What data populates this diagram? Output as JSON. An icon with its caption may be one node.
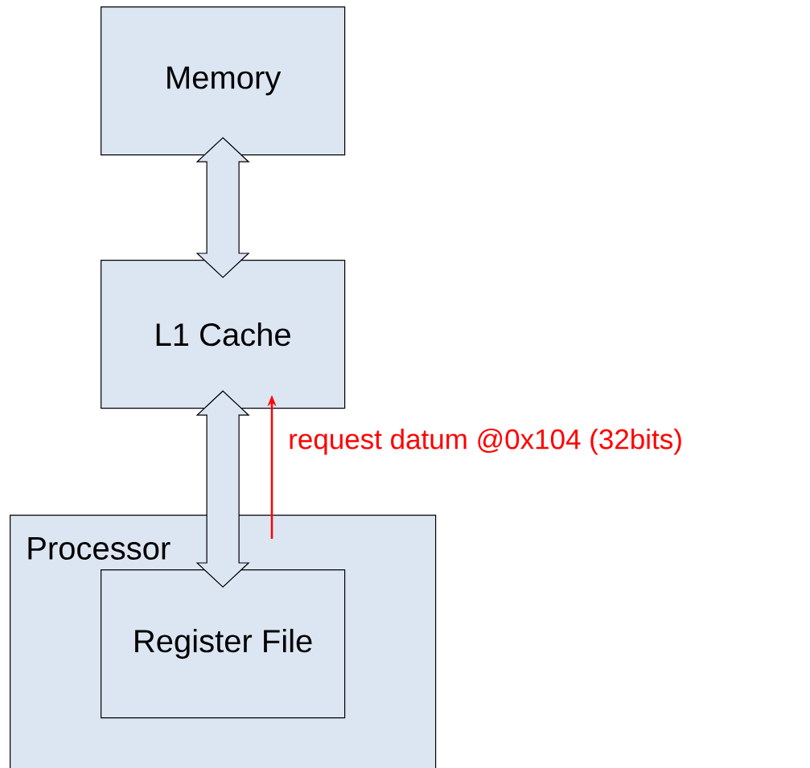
{
  "diagram": {
    "nodes": [
      {
        "text": [
          "Memory"
        ]
      },
      {
        "text": [
          "L1 Cache"
        ]
      },
      {
        "text": [
          "Processor"
        ]
      },
      {
        "text": [
          "Register File"
        ],
        "in": 2
      }
    ],
    "edges": [
      {
        "from": 0,
        "to": 1,
        "arrow": "both"
      },
      {
        "from": 1,
        "to": 3,
        "arrow": "both"
      },
      {
        "from": 2,
        "to": 1,
        "arrow": "to",
        "label": "request datum @0x104 (32bits)",
        "color": "#ff0000"
      }
    ]
  }
}
